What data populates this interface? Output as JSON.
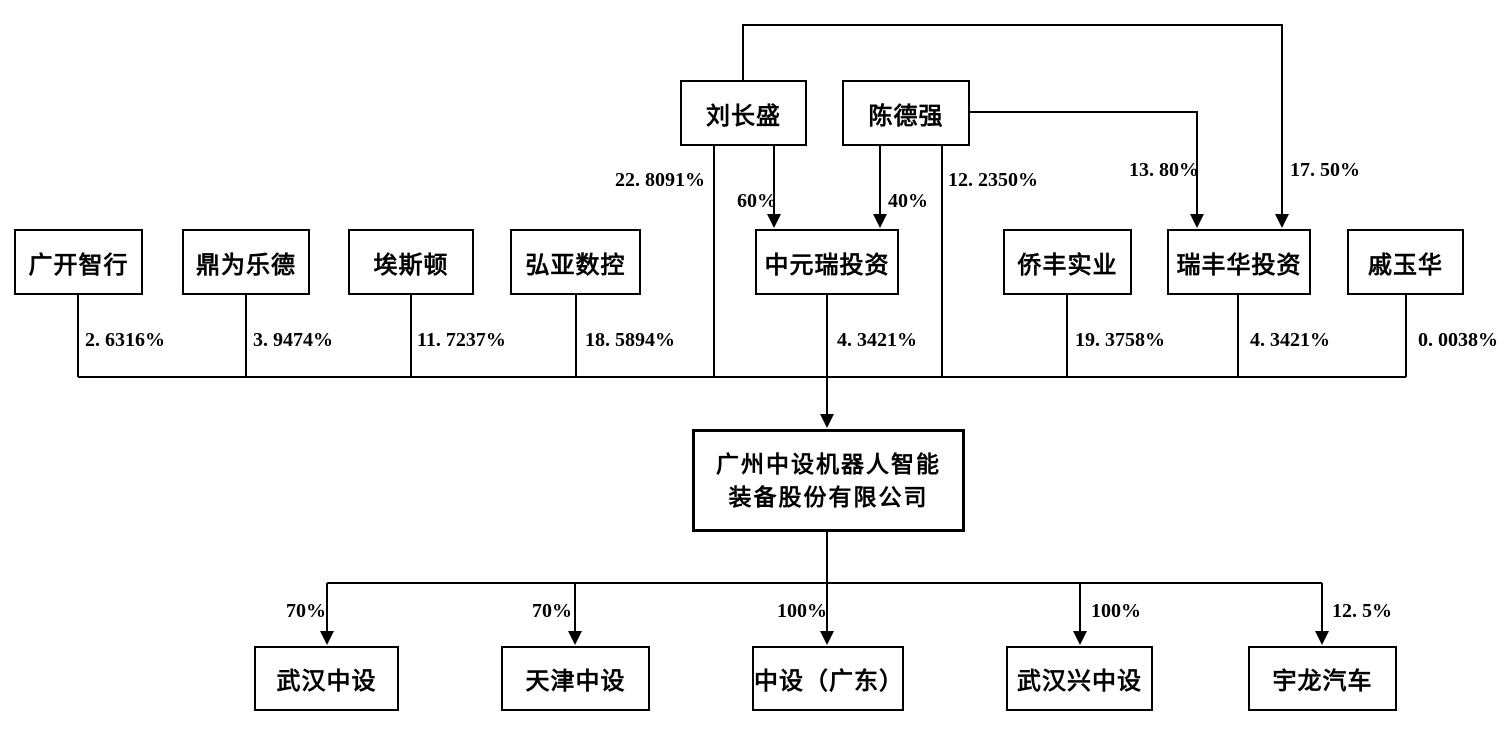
{
  "colors": {
    "background": "#ffffff",
    "line": "#000000",
    "text": "#000000"
  },
  "owners": {
    "liu": {
      "label": "刘长盛"
    },
    "chen": {
      "label": "陈德强"
    }
  },
  "ownership_edges": {
    "liu_to_company": "22. 8091%",
    "liu_to_zhongyuanrui": "60%",
    "chen_to_zhongyuanrui": "40%",
    "chen_to_company": "12. 2350%",
    "chen_to_ruifenghua": "13. 80%",
    "liu_to_ruifenghua": "17. 50%"
  },
  "shareholders": [
    {
      "name": "广开智行",
      "stake": "2. 6316%"
    },
    {
      "name": "鼎为乐德",
      "stake": "3. 9474%"
    },
    {
      "name": "埃斯顿",
      "stake": "11. 7237%"
    },
    {
      "name": "弘亚数控",
      "stake": "18. 5894%"
    },
    {
      "name": "中元瑞投资",
      "stake": "4. 3421%"
    },
    {
      "name": "侨丰实业",
      "stake": "19. 3758%"
    },
    {
      "name": "瑞丰华投资",
      "stake": "4. 3421%"
    },
    {
      "name": "戚玉华",
      "stake": "0. 0038%"
    }
  ],
  "company": {
    "name_lines": [
      "广州中设机器人智能",
      "装备股份有限公司"
    ]
  },
  "subsidiaries": [
    {
      "name": "武汉中设",
      "stake": "70%"
    },
    {
      "name": "天津中设",
      "stake": "70%"
    },
    {
      "name": "中设（广东）",
      "stake": "100%"
    },
    {
      "name": "武汉兴中设",
      "stake": "100%"
    },
    {
      "name": "宇龙汽车",
      "stake": "12. 5%"
    }
  ]
}
